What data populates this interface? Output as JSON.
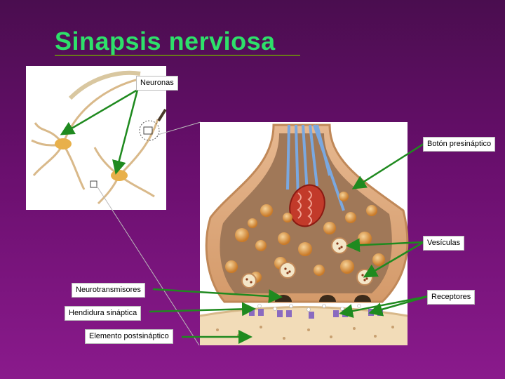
{
  "title": "Sinapsis nerviosa",
  "labels": {
    "neuronas": "Neuronas",
    "boton": "Botón presináptico",
    "vesiculas": "Vesículas",
    "neurotransmisores": "Neurotransmisores",
    "receptores": "Receptores",
    "hendidura": "Hendidura sináptica",
    "postsinaptico": "Elemento postsináptico"
  },
  "colors": {
    "title": "#2ee06a",
    "arrow": "#1f8a1f",
    "background": "#6a0f6e"
  }
}
